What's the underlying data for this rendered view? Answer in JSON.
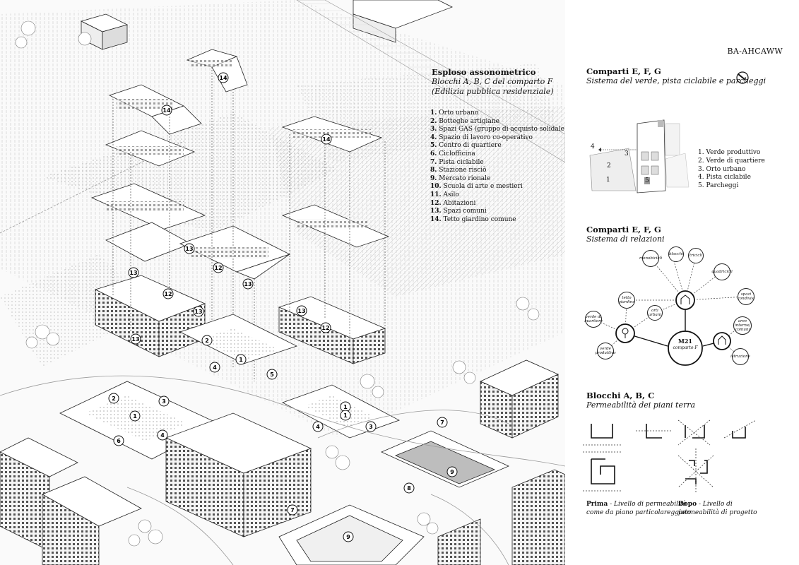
{
  "code": "BA-AHCAWW",
  "legend": {
    "title": "Esploso assonometrico",
    "subtitle1": "Blocchi A, B, C del comparto F",
    "subtitle2": "(Edilizia pubblica residenziale)",
    "items": [
      {
        "num": "1.",
        "text": " Orto urbano"
      },
      {
        "num": "2.",
        "text": " Botteghe artigiane"
      },
      {
        "num": "3.",
        "text": " Spazi GAS (gruppo di acquisto solidale)"
      },
      {
        "num": "4.",
        "text": " Spazio di lavoro co-operativo"
      },
      {
        "num": "5.",
        "text": " Centro di quartiere"
      },
      {
        "num": "6.",
        "text": " Ciclofficina"
      },
      {
        "num": "7.",
        "text": " Pista ciclabile"
      },
      {
        "num": "8.",
        "text": " Stazione risciò"
      },
      {
        "num": "9.",
        "text": " Mercato rionale"
      },
      {
        "num": "10.",
        "text": " Scuola di arte e mestieri"
      },
      {
        "num": "11.",
        "text": " Asilo"
      },
      {
        "num": "12.",
        "text": " Abitazioni"
      },
      {
        "num": "13.",
        "text": " Spazi comuni"
      },
      {
        "num": "14.",
        "text": " Tetto giardino comune"
      }
    ]
  },
  "markers": [
    "14",
    "14",
    "14",
    "13",
    "13",
    "12",
    "13",
    "12",
    "13",
    "13",
    "12",
    "13",
    "2",
    "1",
    "4",
    "5",
    "1",
    "2",
    "3",
    "1",
    "4",
    "6",
    "4",
    "3",
    "1",
    "7",
    "8",
    "9",
    "7",
    "9"
  ],
  "section1": {
    "title": "Comparti E, F, G",
    "subtitle": "Sistema del verde, pista ciclabile e parcheggi",
    "legend": [
      "1. Verde produttivo",
      "2. Verde di quartiere",
      "3. Orto urbano",
      "4. Pista ciclabile",
      "5. Parcheggi"
    ],
    "map_labels": [
      "4",
      "2",
      "1",
      "3",
      "5"
    ]
  },
  "section2": {
    "title": "Comparti E, F, G",
    "subtitle": "Sistema di relazioni",
    "center": {
      "title": "M21",
      "subtitle": "comparto F"
    },
    "nodes": [
      "blocchi",
      "tricicli",
      "monobiciclì",
      "quadricicli",
      "tetto giardino",
      "orti urbani",
      "spazi condivisi",
      "verde di quartiere",
      "aree interne/ comuni",
      "verde produttivo",
      "istruzione"
    ]
  },
  "section3": {
    "title": "Blocchi A, B, C",
    "subtitle": "Permeabilità dei piani terra",
    "caption_left": {
      "bold": "Prima",
      "text1": " - Livello di permeabilità",
      "text2": "come da piano particolareggiato."
    },
    "caption_right": {
      "bold": "Dopo",
      "text1": " - Livello di",
      "text2": "permeabilità di progetto"
    }
  }
}
